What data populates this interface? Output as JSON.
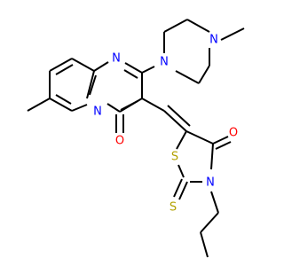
{
  "colors": {
    "background": "#ffffff",
    "bond": "#000000",
    "nitrogen": "#0000ff",
    "oxygen": "#ff0000",
    "sulfur": "#b2a100"
  },
  "atoms": [
    {
      "id": "n_pip_methyl",
      "label": "N",
      "element": "nitrogen"
    },
    {
      "id": "n_pip_attach",
      "label": "N",
      "element": "nitrogen"
    },
    {
      "id": "n_pyrimidine",
      "label": "N",
      "element": "nitrogen"
    },
    {
      "id": "n_bridge",
      "label": "N",
      "element": "nitrogen"
    },
    {
      "id": "o_pyrimidinone",
      "label": "O",
      "element": "oxygen"
    },
    {
      "id": "s_ring",
      "label": "S",
      "element": "sulfur"
    },
    {
      "id": "o_thiazolidinone",
      "label": "O",
      "element": "oxygen"
    },
    {
      "id": "n_thiazolidine",
      "label": "N",
      "element": "nitrogen"
    },
    {
      "id": "s_thione",
      "label": "S",
      "element": "sulfur"
    }
  ]
}
